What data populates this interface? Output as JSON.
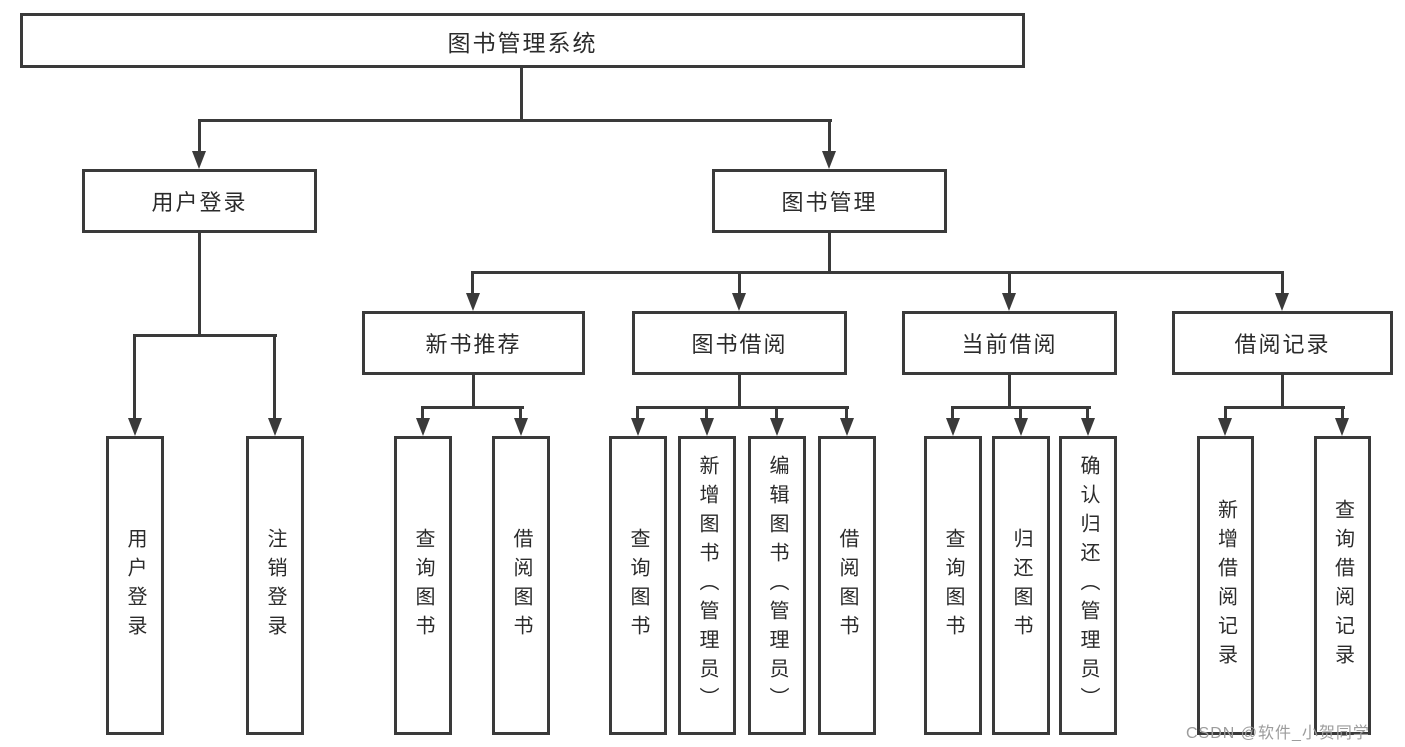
{
  "tree": {
    "label": "图书管理系统",
    "children": [
      {
        "label": "用户登录",
        "children": [
          {
            "label": "用户登录"
          },
          {
            "label": "注销登录"
          }
        ]
      },
      {
        "label": "图书管理",
        "children": [
          {
            "label": "新书推荐",
            "children": [
              {
                "label": "查询图书"
              },
              {
                "label": "借阅图书"
              }
            ]
          },
          {
            "label": "图书借阅",
            "children": [
              {
                "label": "查询图书"
              },
              {
                "label": "新增图书（管理员）"
              },
              {
                "label": "编辑图书（管理员）"
              },
              {
                "label": "借阅图书"
              }
            ]
          },
          {
            "label": "当前借阅",
            "children": [
              {
                "label": "查询图书"
              },
              {
                "label": "归还图书"
              },
              {
                "label": "确认归还（管理员）"
              }
            ]
          },
          {
            "label": "借阅记录",
            "children": [
              {
                "label": "新增借阅记录"
              },
              {
                "label": "查询借阅记录"
              }
            ]
          }
        ]
      }
    ]
  },
  "watermark": "CSDN @软件_小贺同学",
  "colors": {
    "line": "#3a3a3a",
    "text": "#2b2b2b",
    "watermark": "#9c9c9c",
    "background": "#ffffff"
  }
}
